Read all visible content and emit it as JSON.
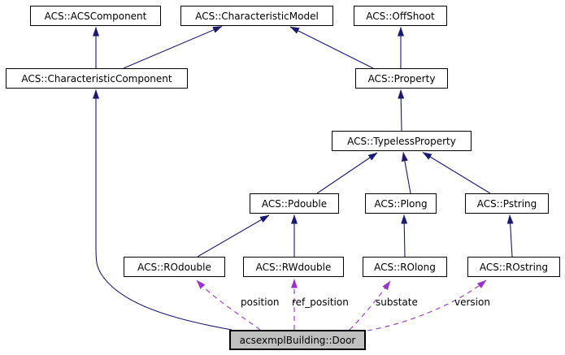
{
  "nodes": {
    "acs_component": {
      "label": "ACS::ACSComponent"
    },
    "characteristic_model": {
      "label": "ACS::CharacteristicModel"
    },
    "offshoot": {
      "label": "ACS::OffShoot"
    },
    "characteristic_component": {
      "label": "ACS::CharacteristicComponent"
    },
    "property": {
      "label": "ACS::Property"
    },
    "typeless_property": {
      "label": "ACS::TypelessProperty"
    },
    "pdouble": {
      "label": "ACS::Pdouble"
    },
    "plong": {
      "label": "ACS::Plong"
    },
    "pstring": {
      "label": "ACS::Pstring"
    },
    "rodouble": {
      "label": "ACS::ROdouble"
    },
    "rwdouble": {
      "label": "ACS::RWdouble"
    },
    "rolong": {
      "label": "ACS::ROlong"
    },
    "rostring": {
      "label": "ACS::ROstring"
    },
    "door": {
      "label": "acsexmplBuilding::Door",
      "highlighted": true
    }
  },
  "edge_labels": {
    "position": "position",
    "ref_position": "ref_position",
    "substate": "substate",
    "version": "version"
  },
  "colors": {
    "inheritance_edge": "#191970",
    "usage_edge": "#9a32cd",
    "node_border": "#000000",
    "node_fill": "#ffffff",
    "selected_node_fill": "#c0c0c0",
    "background": "#ffffff",
    "text": "#000000"
  }
}
